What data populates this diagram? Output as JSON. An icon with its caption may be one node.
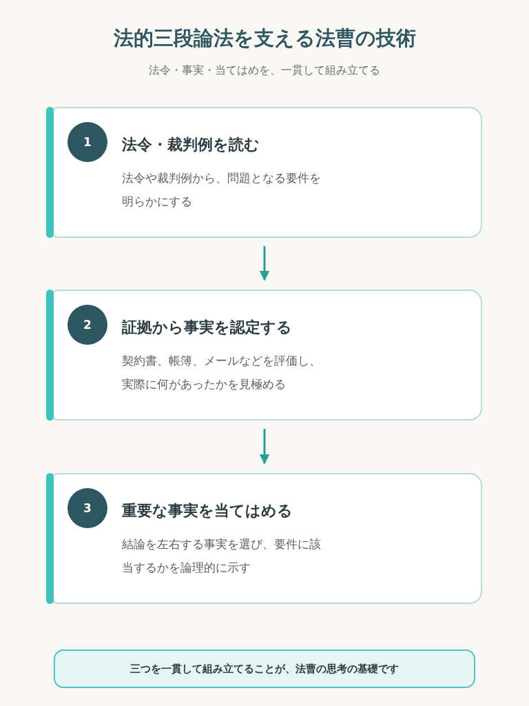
{
  "diagram": {
    "title": "法的三段論法を支える法曹の技術",
    "nodes": [
      {
        "text": [
          "法令・裁判例を読む",
          "法令や裁判例から、問題となる要件を明らかにする"
        ]
      },
      {
        "text": [
          "1"
        ],
        "in": 0
      },
      {
        "text": [
          "証拠から事実を認定する",
          "契約書、帳簿、メールなどを評価し、実際に何があったかを見極める"
        ]
      },
      {
        "text": [
          "2"
        ],
        "in": 2
      },
      {
        "text": [
          "重要な事実を当てはめる",
          "結論を左右する事実を選び、要件に該当するかを論理的に示す"
        ]
      },
      {
        "text": [
          "3"
        ],
        "in": 4
      },
      {
        "text": [
          "三つを一貫して組み立てることが、法曹の思考の基礎です"
        ]
      }
    ],
    "edges": [
      {
        "from": 0,
        "to": 2,
        "arrow": "to"
      },
      {
        "from": 2,
        "to": 4,
        "arrow": "to"
      }
    ],
    "labels": [
      "法令・事実・当てはめを、一貫して組み立てる"
    ]
  }
}
